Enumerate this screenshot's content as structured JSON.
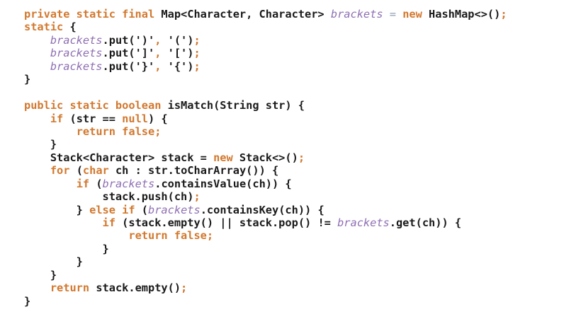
{
  "colors": {
    "keyword": "#d2782e",
    "field": "#8e6fb3",
    "operator": "#8fa1b3",
    "text": "#1a1a1a",
    "background": "#ffffff"
  },
  "code_lines": [
    [
      [
        "kw",
        "private static final "
      ],
      [
        "plain",
        "Map<Character, Character> "
      ],
      [
        "field",
        "brackets"
      ],
      [
        "op",
        " = "
      ],
      [
        "kw",
        "new "
      ],
      [
        "plain",
        "HashMap<>()"
      ],
      [
        "punct",
        ";"
      ]
    ],
    [
      [
        "kw",
        "static "
      ],
      [
        "plain",
        "{"
      ]
    ],
    [
      [
        "plain",
        "    "
      ],
      [
        "field",
        "brackets"
      ],
      [
        "plain",
        ".put(')'"
      ],
      [
        "punct",
        ", "
      ],
      [
        "plain",
        "'('"
      ],
      [
        "plain",
        ")"
      ],
      [
        "punct",
        ";"
      ]
    ],
    [
      [
        "plain",
        "    "
      ],
      [
        "field",
        "brackets"
      ],
      [
        "plain",
        ".put(']'"
      ],
      [
        "punct",
        ", "
      ],
      [
        "plain",
        "'['"
      ],
      [
        "plain",
        ")"
      ],
      [
        "punct",
        ";"
      ]
    ],
    [
      [
        "plain",
        "    "
      ],
      [
        "field",
        "brackets"
      ],
      [
        "plain",
        ".put('}'"
      ],
      [
        "punct",
        ", "
      ],
      [
        "plain",
        "'{'"
      ],
      [
        "plain",
        ")"
      ],
      [
        "punct",
        ";"
      ]
    ],
    [
      [
        "plain",
        "}"
      ]
    ],
    [],
    [
      [
        "kw",
        "public static boolean "
      ],
      [
        "plain",
        "isMatch(String str) {"
      ]
    ],
    [
      [
        "plain",
        "    "
      ],
      [
        "kw",
        "if "
      ],
      [
        "plain",
        "(str == "
      ],
      [
        "kw",
        "null"
      ],
      [
        "plain",
        ") {"
      ]
    ],
    [
      [
        "plain",
        "        "
      ],
      [
        "kw",
        "return false"
      ],
      [
        "punct",
        ";"
      ]
    ],
    [
      [
        "plain",
        "    }"
      ]
    ],
    [
      [
        "plain",
        "    Stack<Character> stack = "
      ],
      [
        "kw",
        "new "
      ],
      [
        "plain",
        "Stack<>()"
      ],
      [
        "punct",
        ";"
      ]
    ],
    [
      [
        "plain",
        "    "
      ],
      [
        "kw",
        "for "
      ],
      [
        "plain",
        "("
      ],
      [
        "kw",
        "char "
      ],
      [
        "plain",
        "ch : str.toCharArray()) {"
      ]
    ],
    [
      [
        "plain",
        "        "
      ],
      [
        "kw",
        "if "
      ],
      [
        "plain",
        "("
      ],
      [
        "field",
        "brackets"
      ],
      [
        "plain",
        ".containsValue(ch)) {"
      ]
    ],
    [
      [
        "plain",
        "            stack.push(ch)"
      ],
      [
        "punct",
        ";"
      ]
    ],
    [
      [
        "plain",
        "        } "
      ],
      [
        "kw",
        "else if "
      ],
      [
        "plain",
        "("
      ],
      [
        "field",
        "brackets"
      ],
      [
        "plain",
        ".containsKey(ch)) {"
      ]
    ],
    [
      [
        "plain",
        "            "
      ],
      [
        "kw",
        "if "
      ],
      [
        "plain",
        "(stack.empty() || stack.pop() != "
      ],
      [
        "field",
        "brackets"
      ],
      [
        "plain",
        ".get(ch)) {"
      ]
    ],
    [
      [
        "plain",
        "                "
      ],
      [
        "kw",
        "return false"
      ],
      [
        "punct",
        ";"
      ]
    ],
    [
      [
        "plain",
        "            }"
      ]
    ],
    [
      [
        "plain",
        "        }"
      ]
    ],
    [
      [
        "plain",
        "    }"
      ]
    ],
    [
      [
        "plain",
        "    "
      ],
      [
        "kw",
        "return "
      ],
      [
        "plain",
        "stack.empty()"
      ],
      [
        "punct",
        ";"
      ]
    ],
    [
      [
        "plain",
        "}"
      ]
    ]
  ]
}
